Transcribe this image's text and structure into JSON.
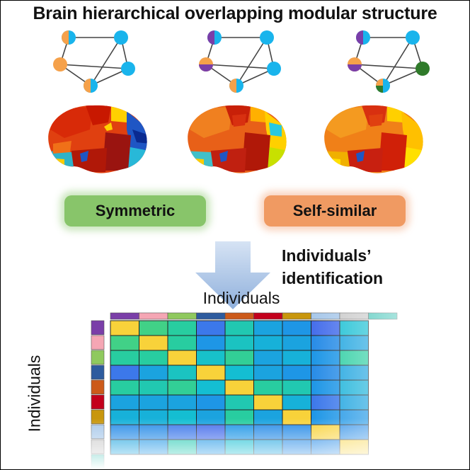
{
  "title": "Brain hierarchical overlapping modular structure",
  "labels": {
    "symmetric": "Symmetric",
    "self_similar": "Self-similar",
    "identification_line1": "Individuals’",
    "identification_line2": "identification",
    "axis_top": "Individuals",
    "axis_left": "Individuals"
  },
  "colors": {
    "symmetric_bg": "#88c56a",
    "self_similar_bg": "#f09a62",
    "arrow": "#a9c3e6",
    "node_blue": "#19b4ec",
    "node_orange": "#f5a14a",
    "node_purple": "#7a3ea8",
    "node_green": "#2f7a2a",
    "edge": "#444444"
  },
  "individual_colors": [
    "#7a3ea8",
    "#f5a6b4",
    "#8fc95e",
    "#2d5b9e",
    "#cc5a1a",
    "#c3001c",
    "#c8960c",
    "#a8c8ea",
    "#c9c9c9",
    "#3fc3b6"
  ],
  "similarity_matrix": [
    [
      1.0,
      0.45,
      0.4,
      0.22,
      0.38,
      0.3,
      0.28,
      0.2,
      0.34
    ],
    [
      0.45,
      1.0,
      0.4,
      0.28,
      0.36,
      0.32,
      0.3,
      0.26,
      0.3
    ],
    [
      0.4,
      0.4,
      1.0,
      0.35,
      0.42,
      0.3,
      0.32,
      0.28,
      0.4
    ],
    [
      0.22,
      0.3,
      0.36,
      1.0,
      0.34,
      0.3,
      0.28,
      0.26,
      0.3
    ],
    [
      0.4,
      0.38,
      0.42,
      0.34,
      1.0,
      0.4,
      0.38,
      0.28,
      0.32
    ],
    [
      0.3,
      0.3,
      0.3,
      0.28,
      0.38,
      1.0,
      0.32,
      0.22,
      0.3
    ],
    [
      0.32,
      0.32,
      0.34,
      0.3,
      0.4,
      0.3,
      1.0,
      0.28,
      0.28
    ],
    [
      0.26,
      0.26,
      0.22,
      0.2,
      0.28,
      0.26,
      0.26,
      1.0,
      0.26
    ],
    [
      0.3,
      0.28,
      0.38,
      0.28,
      0.34,
      0.3,
      0.26,
      0.26,
      1.0
    ]
  ]
}
